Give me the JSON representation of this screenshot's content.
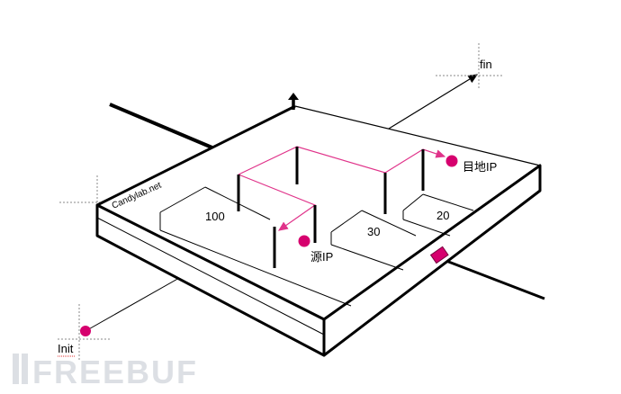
{
  "labels": {
    "fin": "fin",
    "init": "Init",
    "target_ip": "目地IP",
    "source_ip": "源IP",
    "value_100": "100",
    "value_30": "30",
    "value_20": "20",
    "brand": "Candylab.net",
    "watermark": "FREEBUF"
  },
  "colors": {
    "ink": "#000000",
    "path": "#e0338a",
    "node": "#d6006e",
    "guide": "#8a8a8a",
    "watermark": "#dcdfe4"
  }
}
